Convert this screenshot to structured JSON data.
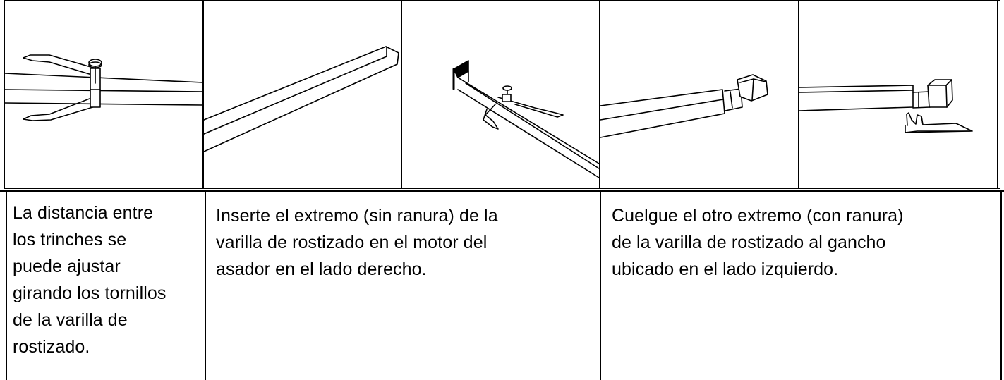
{
  "instructions": [
    {
      "id": "step-1",
      "text": "La distancia entre los trinches se puede ajustar girando los tornillos de la varilla de rostizado.",
      "lines": [
        "La distancia entre",
        "los trinches se",
        "puede ajustar",
        "girando los tornillos",
        "de la varilla de",
        "rostizado."
      ]
    },
    {
      "id": "step-2",
      "text": "Inserte el extremo (sin ranura) de la varilla de rostizado en el motor del asador en el lado derecho.",
      "lines": [
        "Inserte el extremo (sin ranura) de la",
        "varilla de rostizado en el motor del",
        "asador en el lado derecho."
      ]
    },
    {
      "id": "step-3",
      "text": "Cuelgue el otro extremo (con ranura) de la varilla de rostizado al gancho ubicado en el lado izquierdo.",
      "lines": [
        "Cuelgue el otro extremo (con ranura)",
        "de la varilla de rostizado al gancho",
        "ubicado en el lado izquierdo."
      ]
    }
  ],
  "illustrations": [
    {
      "id": "fork-on-rod",
      "icon": "rotisserie-fork-with-screw"
    },
    {
      "id": "square-rod",
      "icon": "rotisserie-rod"
    },
    {
      "id": "rod-with-fork-and-handle",
      "icon": "rod-with-fork"
    },
    {
      "id": "rod-into-motor",
      "icon": "rod-into-motor-socket"
    },
    {
      "id": "rod-on-hook",
      "icon": "rod-resting-on-hook"
    }
  ]
}
